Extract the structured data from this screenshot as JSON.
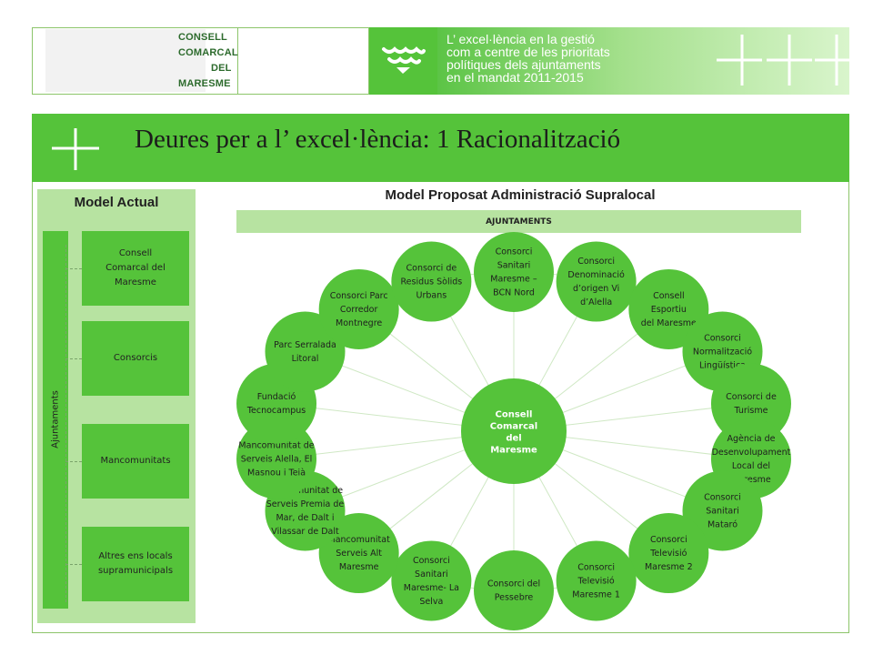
{
  "header": {
    "logo_lines": [
      "CONSELL",
      "COMARCAL",
      "DEL",
      "MARESME"
    ],
    "tagline_lines": [
      "L’ excel·lència en la gestió",
      "com a centre de les prioritats",
      "polítiques dels ajuntaments",
      "en el mandat 2011-2015"
    ]
  },
  "title": "Deures per a l’ excel·lència: 1 Racionalització",
  "left_panel": {
    "title": "Model Actual",
    "vertical_label": "Ajuntaments",
    "items": [
      "Consell Comarcal del Maresme",
      "Consorcis",
      "Mancomunitats",
      "Altres ens locals supramunicipals"
    ]
  },
  "right_panel": {
    "title": "Model Proposat Administració Supralocal",
    "bar_label": "AJUNTAMENTS",
    "center_lines": [
      "Consell",
      "Comarcal",
      "del",
      "Maresme"
    ],
    "nodes": [
      {
        "lines": [
          "Consorci",
          "Sanitari",
          "Maresme –",
          "BCN Nord"
        ]
      },
      {
        "lines": [
          "Consorci",
          "Denominació",
          "d’origen Vi",
          "d’Alella"
        ]
      },
      {
        "lines": [
          "Consell",
          "Esportiu",
          "del Maresme"
        ]
      },
      {
        "lines": [
          "Consorci",
          "Normalització",
          "Lingüística"
        ]
      },
      {
        "lines": [
          "Consorci de",
          "Turisme"
        ]
      },
      {
        "lines": [
          "Agència de",
          "Desenvolupament",
          "Local del",
          "Maresme"
        ]
      },
      {
        "lines": [
          "Consorci",
          "Sanitari",
          "Mataró"
        ]
      },
      {
        "lines": [
          "Consorci",
          "Televisió",
          "Maresme 2"
        ]
      },
      {
        "lines": [
          "Consorci",
          "Televisió",
          "Maresme 1"
        ]
      },
      {
        "lines": [
          "Consorci del",
          "Pessebre"
        ]
      },
      {
        "lines": [
          "Consorci",
          "Sanitari",
          "Maresme- La",
          "Selva"
        ]
      },
      {
        "lines": [
          "Mancomunitat",
          "Serveis Alt",
          "Maresme"
        ]
      },
      {
        "lines": [
          "Mancomunitat de",
          "Serveis Premia de",
          "Mar, de Dalt i",
          "Vilassar de Dalt"
        ]
      },
      {
        "lines": [
          "Mancomunitat de",
          "Serveis Alella, El",
          "Masnou i Teià"
        ]
      },
      {
        "lines": [
          "Fundació",
          "Tecnocampus"
        ]
      },
      {
        "lines": [
          "Parc Serralada",
          "Litoral"
        ]
      },
      {
        "lines": [
          "Consorci Parc",
          "Corredor",
          "Montnegre"
        ]
      },
      {
        "lines": [
          "Consorci de",
          "Residus Sòlids",
          "Urbans"
        ]
      }
    ]
  },
  "colors": {
    "green": "#55c33a",
    "light_green": "#b7e3a1",
    "connector": "#cfe8c4",
    "outline": "#8cc56a"
  }
}
